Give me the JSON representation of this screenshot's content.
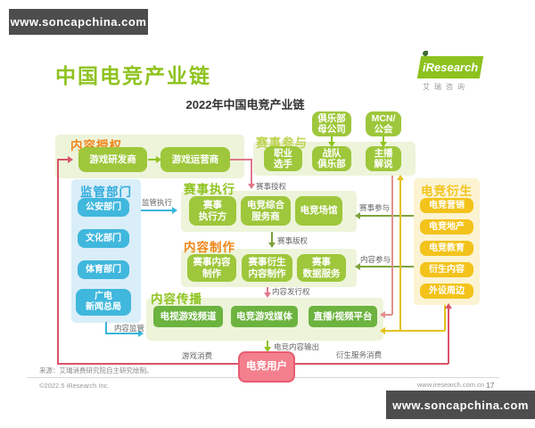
{
  "watermark": {
    "text": "www.soncapchina.com"
  },
  "header": {
    "title": "中国电竞产业链",
    "logo_text": "iResearch",
    "logo_cn": "艾瑞咨询"
  },
  "diagram": {
    "title": "2022年中国电竞产业链",
    "sections": {
      "content_license": {
        "label": "内容授权",
        "boxes": [
          "游戏研发商",
          "游戏运营商"
        ]
      },
      "regulators": {
        "label": "监管部门",
        "boxes": [
          "公安部门",
          "文化部门",
          "体育部门",
          "广电\n新闻总局"
        ]
      },
      "event_execution": {
        "label": "赛事执行",
        "boxes": [
          "赛事\n执行方",
          "电竞综合\n服务商",
          "电竞场馆"
        ]
      },
      "event_participation": {
        "label": "赛事参与",
        "upstream_boxes": [
          "俱乐部\n母公司",
          "MCN/\n公会"
        ],
        "boxes": [
          "职业\n选手",
          "战队\n俱乐部",
          "主播\n解说"
        ]
      },
      "content_production": {
        "label": "内容制作",
        "boxes": [
          "赛事内容\n制作",
          "赛事衍生\n内容制作",
          "赛事\n数据服务"
        ]
      },
      "content_distribution": {
        "label": "内容传播",
        "boxes": [
          "电视游戏频道",
          "电竞游戏媒体",
          "直播/视频平台"
        ]
      },
      "derivatives": {
        "label": "电竞衍生",
        "boxes": [
          "电竞营销",
          "电竞地产",
          "电竞教育",
          "衍生内容",
          "外设周边"
        ]
      },
      "user": {
        "label": "电竞用户"
      }
    },
    "edge_labels": {
      "regulate_exec": "监管执行",
      "content_regulate": "内容监管",
      "event_license": "赛事授权",
      "event_copyright": "赛事版权",
      "distribution_right": "内容发行权",
      "content_output": "电竞内容输出",
      "game_consumption": "游戏消费",
      "derivative_consumption": "衍生服务消费",
      "event_participation": "赛事参与",
      "content_participation": "内容参与"
    }
  },
  "footer": {
    "source": "来源：艾瑞消费研究院自主研究绘制。",
    "copyright": "©2022.5 iResearch Inc.",
    "site": "www.iresearch.com.cn",
    "page_number": "17"
  },
  "colors": {
    "title_green": "#8fc320",
    "section_orange": "#ef8519",
    "section_blue": "#2fabdd",
    "section_yellow": "#f2c41a",
    "node_green": "#9ec73b",
    "node_dark_green": "#6cb33f",
    "node_blue": "#40b7dd",
    "node_yellow": "#f3c31b",
    "user_pink": "#f4808e",
    "flow_red": "#d9536a",
    "watermark_gray": "#4d4d4d"
  }
}
